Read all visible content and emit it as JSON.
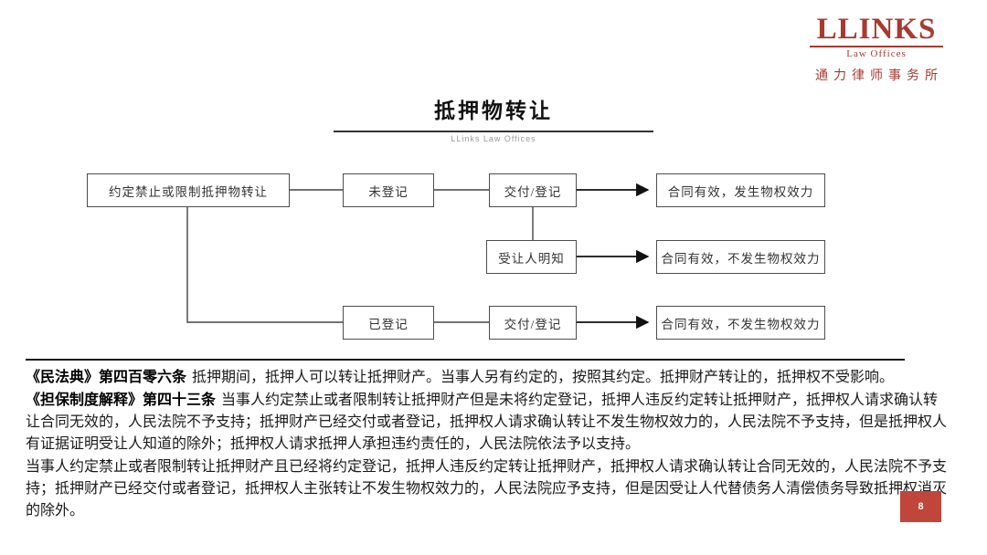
{
  "logo": {
    "name": "LLINKS",
    "subtitle": "Law Offices",
    "chinese": "通力律师事务所"
  },
  "header": {
    "title": "抵押物转让",
    "subtitle": "LLinks Law Offices"
  },
  "flowchart": {
    "nodes": [
      {
        "label": "约定禁止或限制抵押物转让"
      },
      {
        "label": "未登记"
      },
      {
        "label": "交付/登记"
      },
      {
        "label": "合同有效，发生物权效力"
      },
      {
        "label": "受让人明知"
      },
      {
        "label": "合同有效，不发生物权效力"
      },
      {
        "label": "已登记"
      },
      {
        "label": "交付/登记"
      },
      {
        "label": "合同有效，不发生物权效力"
      }
    ]
  },
  "body": {
    "paragraphs": [
      {
        "heading": "《民法典》第四百零六条",
        "text": "抵押期间，抵押人可以转让抵押财产。当事人另有约定的，按照其约定。抵押财产转让的，抵押权不受影响。"
      },
      {
        "heading": "《担保制度解释》第四十三条",
        "text": "当事人约定禁止或者限制转让抵押财产但是未将约定登记，抵押人违反约定转让抵押财产，抵押权人请求确认转让合同无效的，人民法院不予支持；抵押财产已经交付或者登记，抵押权人请求确认转让不发生物权效力的，人民法院不予支持，但是抵押权人有证据证明受让人知道的除外；抵押权人请求抵押人承担违约责任的，人民法院依法予以支持。"
      },
      {
        "heading": "",
        "text": "当事人约定禁止或者限制转让抵押财产且已经将约定登记，抵押人违反约定转让抵押财产，抵押权人请求确认转让合同无效的，人民法院不予支持；抵押财产已经交付或者登记，抵押权人主张转让不发生物权效力的，人民法院应予支持，但是因受让人代替债务人清偿债务导致抵押权消灭的除外。"
      }
    ]
  },
  "footer": {
    "page_number": "8"
  },
  "colors": {
    "accent_red": "#a63a31",
    "badge_red": "#c0453a"
  }
}
